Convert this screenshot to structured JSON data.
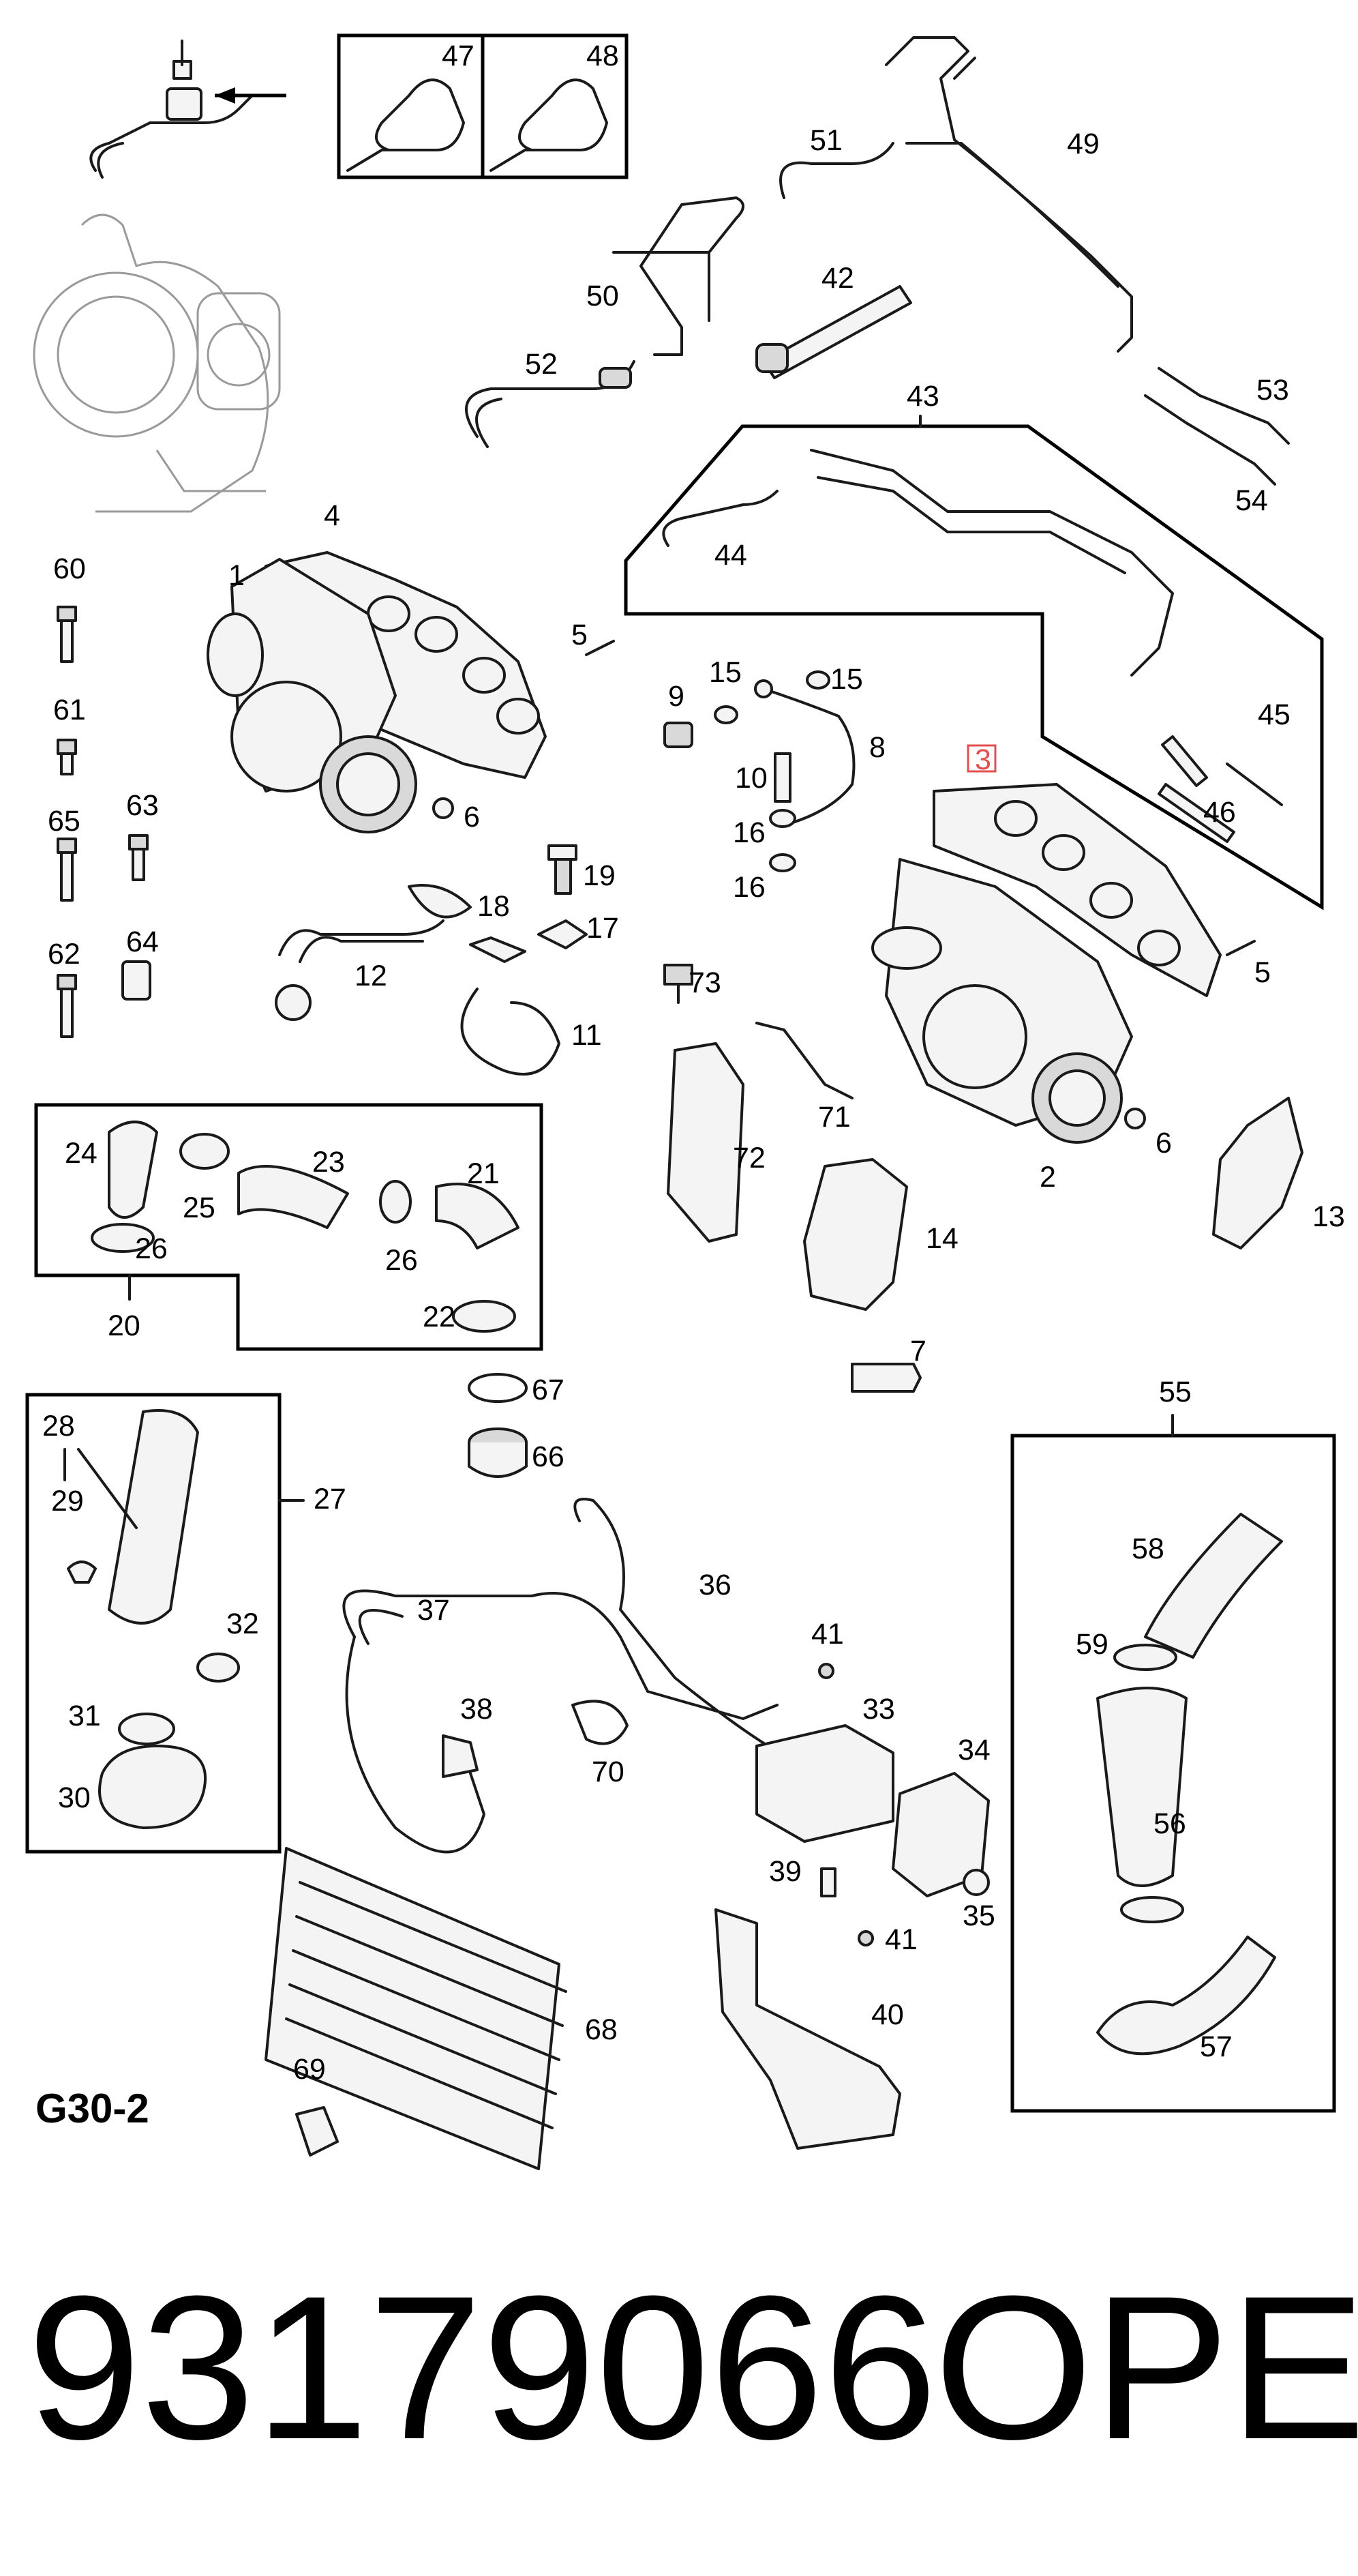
{
  "diagram": {
    "section_code": "G30-2",
    "part_number": "93179066",
    "brand": "OPEL",
    "highlighted_callout": "3",
    "callouts": [
      "1",
      "2",
      "3",
      "4",
      "5",
      "5",
      "6",
      "6",
      "7",
      "8",
      "9",
      "10",
      "11",
      "12",
      "13",
      "14",
      "15",
      "15",
      "16",
      "16",
      "17",
      "18",
      "19",
      "20",
      "21",
      "22",
      "23",
      "24",
      "25",
      "26",
      "26",
      "27",
      "28",
      "29",
      "30",
      "31",
      "32",
      "33",
      "34",
      "35",
      "36",
      "37",
      "38",
      "39",
      "40",
      "41",
      "41",
      "42",
      "43",
      "44",
      "45",
      "46",
      "47",
      "48",
      "49",
      "50",
      "51",
      "52",
      "53",
      "54",
      "55",
      "56",
      "57",
      "58",
      "59",
      "60",
      "61",
      "62",
      "63",
      "64",
      "65",
      "66",
      "67",
      "68",
      "69",
      "70",
      "71",
      "72",
      "73"
    ],
    "colors": {
      "line": "#1a1a1a",
      "highlight": "#e05050",
      "background": "#ffffff"
    }
  }
}
